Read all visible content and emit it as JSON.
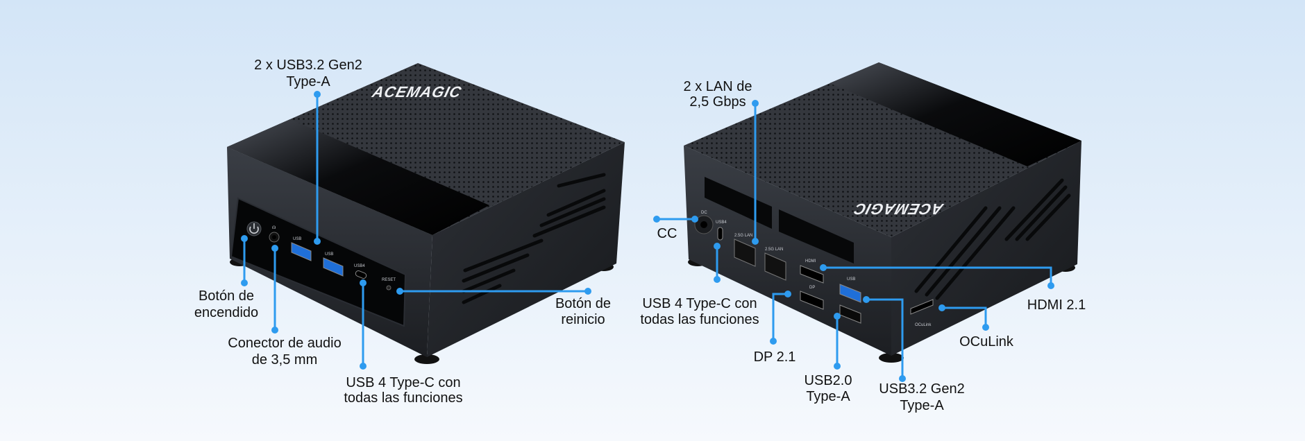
{
  "brand": "ACEMAGIC",
  "colors": {
    "callout": "#2e9bef",
    "background_top": "#d3e5f7",
    "device": "#25282d"
  },
  "front_view": {
    "labels": {
      "usb32": [
        "2 x USB3.2 Gen2",
        "Type-A"
      ],
      "power": [
        "Botón de",
        "encendido"
      ],
      "audio": [
        "Conector de audio",
        "de 3,5 mm"
      ],
      "usb4": [
        "USB 4 Type-C con",
        "todas las funciones"
      ],
      "reset": [
        "Botón de",
        "reinicio"
      ]
    },
    "port_marks": {
      "usb_a1": "USB",
      "usb_a2": "USB",
      "usb_c": "USB4",
      "reset": "RESET"
    }
  },
  "rear_view": {
    "labels": {
      "lan": [
        "2 x LAN de",
        "2,5 Gbps"
      ],
      "dc": "CC",
      "usb4": [
        "USB 4 Type-C con",
        "todas las funciones"
      ],
      "dp": "DP 2.1",
      "usb20": [
        "USB2.0",
        "Type-A"
      ],
      "usb32": [
        "USB3.2 Gen2",
        "Type-A"
      ],
      "hdmi": "HDMI 2.1",
      "oculink": "OCuLink"
    },
    "port_marks": {
      "dc": "DC",
      "usb4": "USB4",
      "lan1": "2.5G LAN",
      "lan2": "2.5G LAN",
      "hdmi": "HDMI",
      "dp": "DP",
      "usb": "USB",
      "oculink": "OCuLink"
    }
  }
}
